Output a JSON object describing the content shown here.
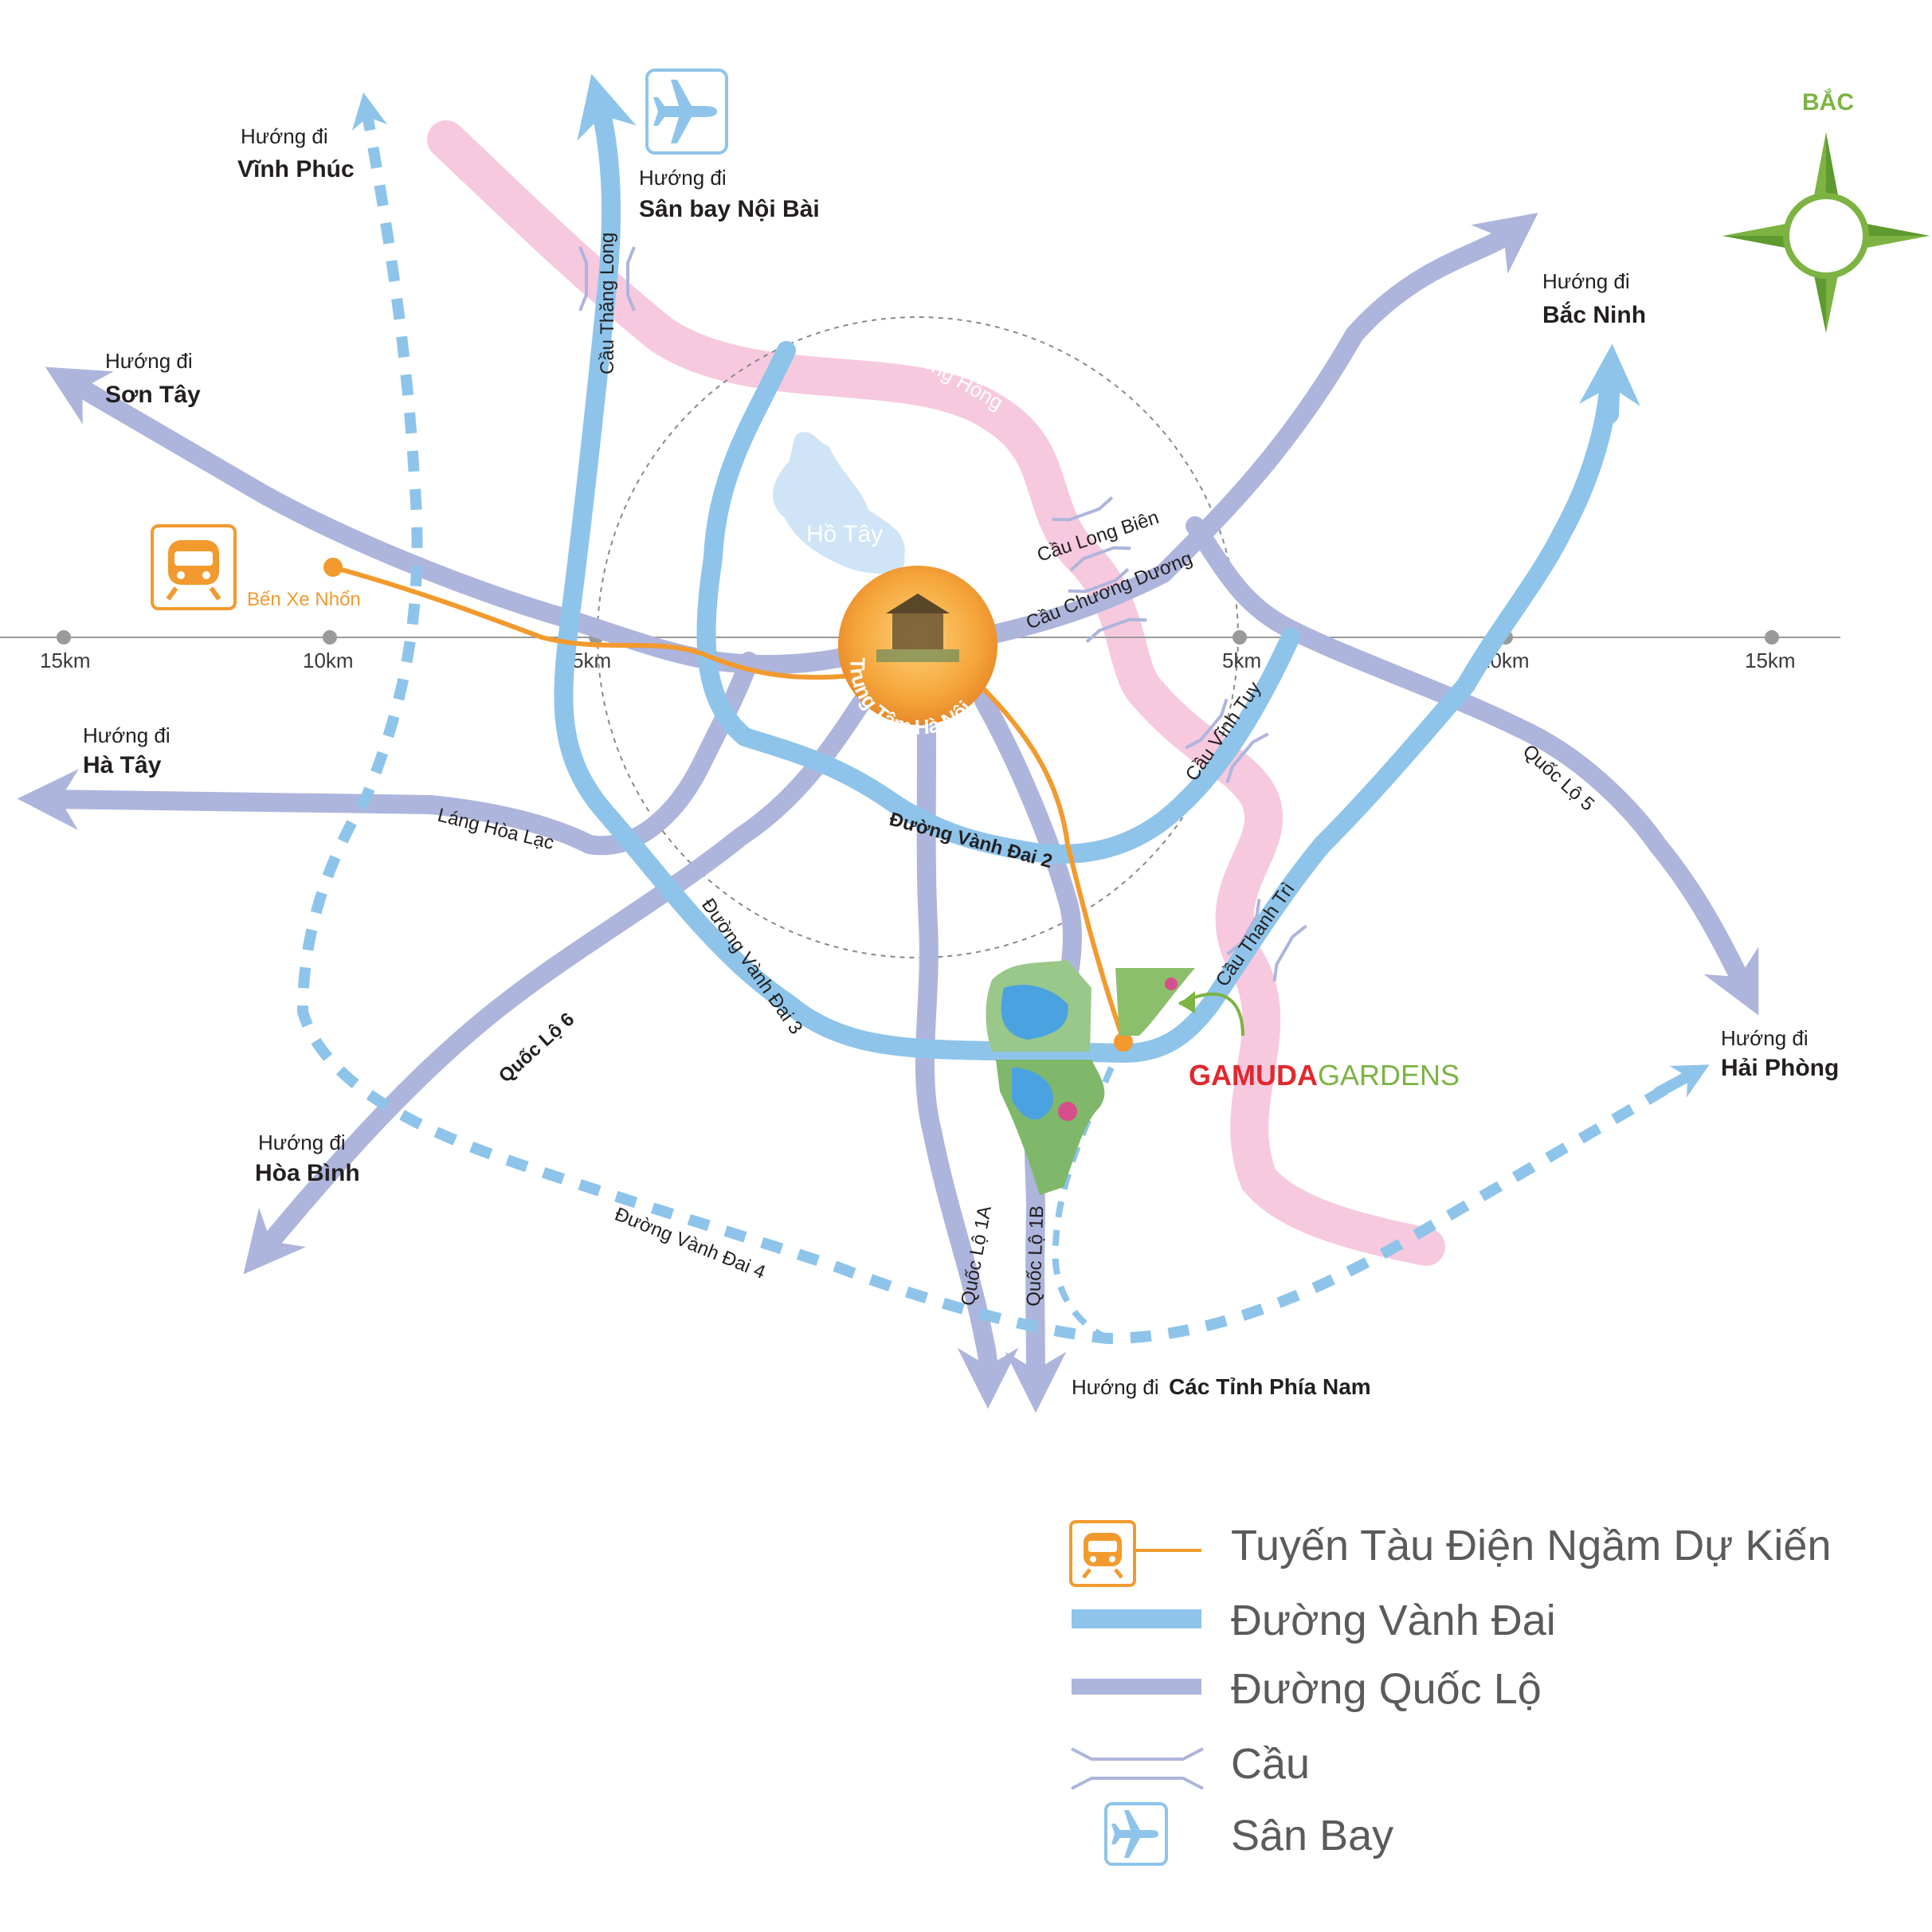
{
  "compass": {
    "label": "BẮC",
    "color": "#7cb342"
  },
  "scale": {
    "left": [
      "15km",
      "10km",
      "5km"
    ],
    "right": [
      "5km",
      "10km",
      "15km"
    ]
  },
  "center": {
    "label": "Trung Tâm Hà Nội"
  },
  "directions": {
    "vinh_phuc": {
      "prefix": "Hướng đi",
      "name": "Vĩnh Phúc"
    },
    "noi_bai": {
      "prefix": "Hướng đi",
      "name": "Sân bay Nội Bài"
    },
    "son_tay": {
      "prefix": "Hướng đi",
      "name": "Sơn Tây"
    },
    "bac_ninh": {
      "prefix": "Hướng đi",
      "name": "Bắc Ninh"
    },
    "ha_tay": {
      "prefix": "Hướng đi",
      "name": "Hà Tây"
    },
    "hoa_binh": {
      "prefix": "Hướng đi",
      "name": "Hòa Bình"
    },
    "hai_phong": {
      "prefix": "Hướng đi",
      "name": "Hải Phòng"
    },
    "south": {
      "prefix": "Hướng đi",
      "name": "Các Tỉnh Phía Nam"
    }
  },
  "places": {
    "ho_tay": "Hồ Tây",
    "song_hong": "Sông Hồng",
    "ben_xe": "Bến Xe Nhổn"
  },
  "roads": {
    "cau_thang_long": "Cầu Thăng Long",
    "cau_long_bien": "Cầu Long Biên",
    "cau_chuong_duong": "Cầu Chương Dương",
    "cau_vinh_tuy": "Cầu Vĩnh Tuy",
    "cau_thanh_tri": "Cầu Thanh Trì",
    "lang_hoa_lac": "Láng Hòa Lạc",
    "vanh_dai_2": "Đường Vành Đai 2",
    "vanh_dai_3": "Đường Vành Đai 3",
    "vanh_dai_4": "Đường Vành Đai 4",
    "quoc_lo_6": "Quốc Lộ 6",
    "quoc_lo_5": "Quốc Lộ 5",
    "quoc_lo_1a": "Quốc Lộ 1A",
    "quoc_lo_1b": "Quốc Lộ 1B"
  },
  "brand": {
    "part1": "GAMUDA",
    "part2": "GARDENS",
    "color1": "#e0282e",
    "color2": "#7cb342"
  },
  "legend": {
    "metro": "Tuyến Tàu Điện Ngầm Dự Kiến",
    "ring": "Đường Vành Đai",
    "highway": "Đường Quốc Lộ",
    "bridge": "Cầu",
    "airport": "Sân Bay"
  },
  "colors": {
    "ring_road": "#8ec4ea",
    "highway": "#aeb5dc",
    "river": "#f7c6dc",
    "metro": "#f29a2e",
    "lake": "#cfe4f6"
  }
}
